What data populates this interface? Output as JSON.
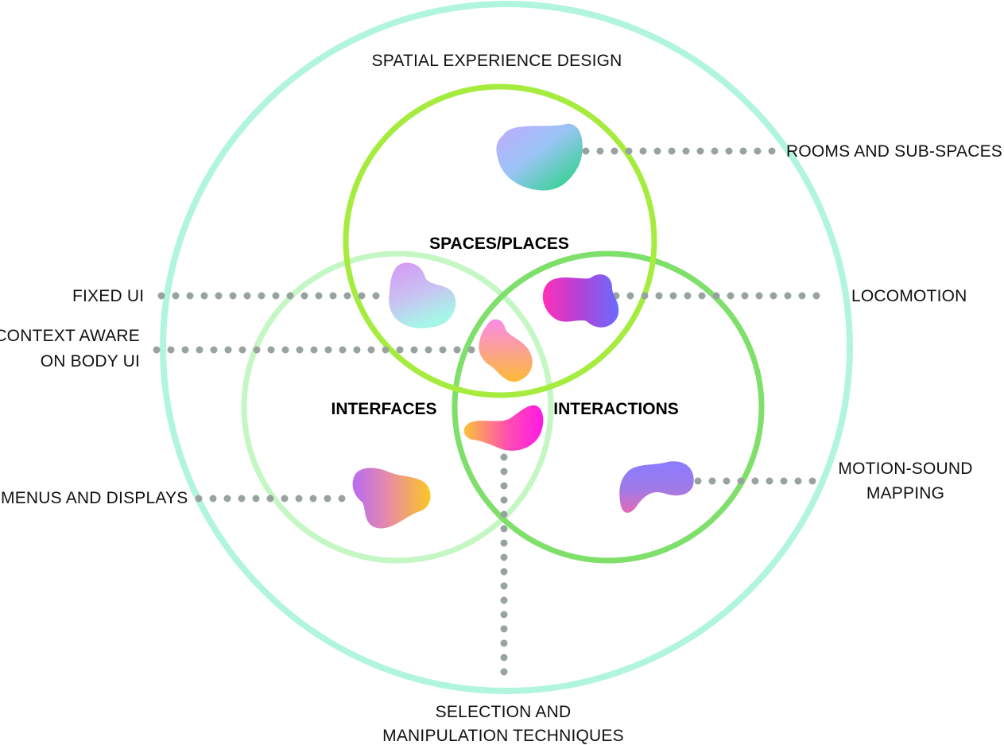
{
  "title": "SPATIAL EXPERIENCE DESIGN",
  "circles": {
    "outer": {
      "color": "#b2f5de"
    },
    "spaces": {
      "label": "SPACES/PLACES",
      "color": "#a6ec3f"
    },
    "interfaces": {
      "label": "INTERFACES",
      "color": "#c4f7c3"
    },
    "interactions": {
      "label": "INTERACTIONS",
      "color": "#7ee06a"
    }
  },
  "callouts": {
    "rooms": "ROOMS AND SUB-SPACES",
    "locomotion": "LOCOMOTION",
    "fixed_ui": "FIXED UI",
    "context_aware": [
      "CONTEXT AWARE",
      "ON BODY UI"
    ],
    "menus": "MENUS AND DISPLAYS",
    "motion_sound": [
      "MOTION-SOUND",
      "MAPPING"
    ],
    "selection": [
      "SELECTION AND",
      "MANIPULATION TECHNIQUES"
    ]
  },
  "connector_color": "#98a39f"
}
